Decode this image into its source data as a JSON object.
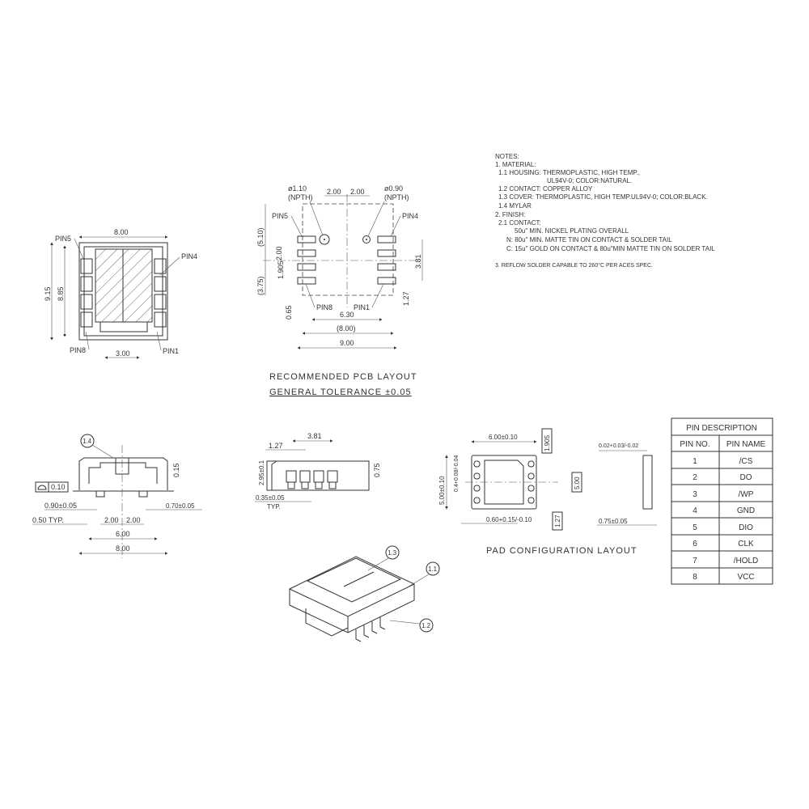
{
  "top_view": {
    "width_dim": "8.00",
    "height_outer": "9.15",
    "height_inner": "8.85",
    "bottom_dim": "3.00",
    "pin_labels": [
      "PIN5",
      "PIN4",
      "PIN8",
      "PIN1"
    ]
  },
  "pcb_layout": {
    "hole_left": "ø1.10",
    "hole_left_type": "(NPTH)",
    "hole_right": "ø0.90",
    "hole_right_type": "(NPTH)",
    "top_dims": [
      "2.00",
      "2.00"
    ],
    "pin_labels": [
      "PIN5",
      "PIN4",
      "PIN8",
      "PIN1"
    ],
    "left_dims": [
      "(5.10)",
      "2.00",
      "1.905",
      "(3.75)",
      "0.65"
    ],
    "right_dims": [
      "3.81",
      "1.27"
    ],
    "bottom_dims": [
      "6.30",
      "(8.00)",
      "9.00"
    ],
    "title": "RECOMMENDED PCB LAYOUT",
    "tolerance": "GENERAL TOLERANCE ±0.05"
  },
  "notes": {
    "lines": [
      "NOTES:",
      "1. MATERIAL:",
      "  1.1 HOUSING: THERMOPLASTIC, HIGH TEMP.,",
      "                    UL94V-0; COLOR:NATURAL.",
      "  1.2 CONTACT: COPPER ALLOY",
      "  1.3 COVER: THERMOPLASTIC, HIGH TEMP.UL94V-0; COLOR:BLACK.",
      "  1.4 MYLAR",
      "2. FINISH:",
      "  2.1 CONTACT:",
      "        50u\" MIN. NICKEL PLATING OVERALL",
      "     N: 80u\" MIN. MATTE TIN ON CONTACT & SOLDER TAIL",
      "     C: 15u\" GOLD ON CONTACT & 80u\"MIN MATTE TIN ON SOLDER TAIL",
      "3. REFLOW SOLDER CAPABLE TO 260°C PER ACES SPEC."
    ]
  },
  "side_view": {
    "callout": "1.4",
    "flatness": "0.10",
    "height_dim": "0.15",
    "left_pad": "0.90±0.05",
    "right_pad": "0.70±0.05",
    "typ": "0.50 TYP.",
    "center_dims": [
      "2.00",
      "2.00"
    ],
    "inner_width": "6.00",
    "outer_width": "8.00"
  },
  "front_view": {
    "pitch_total": "3.81",
    "pitch": "1.27",
    "height": "2.95±0.1",
    "standoff": "0.75",
    "pin_width": "0.35±0.05",
    "typ": "TYP."
  },
  "pad_config": {
    "width": "6.00±0.10",
    "top_offset": "1.905",
    "height": "5.00±0.10",
    "pad_width": "0.4+0.08/-0.04",
    "height_box": "5.00",
    "pitch_box": "1.27",
    "pad_len": "0.60+0.15/-0.10",
    "flat": "0.02+0.03/-0.02",
    "thickness": "0.75±0.05",
    "title": "PAD CONFIGURATION LAYOUT"
  },
  "pin_table": {
    "title": "PIN DESCRIPTION",
    "headers": [
      "PIN NO.",
      "PIN NAME"
    ],
    "rows": [
      [
        "1",
        "/CS"
      ],
      [
        "2",
        "DO"
      ],
      [
        "3",
        "/WP"
      ],
      [
        "4",
        "GND"
      ],
      [
        "5",
        "DIO"
      ],
      [
        "6",
        "CLK"
      ],
      [
        "7",
        "/HOLD"
      ],
      [
        "8",
        "VCC"
      ]
    ]
  },
  "iso_view": {
    "callouts": [
      "1.3",
      "1.1",
      "1.2"
    ]
  }
}
